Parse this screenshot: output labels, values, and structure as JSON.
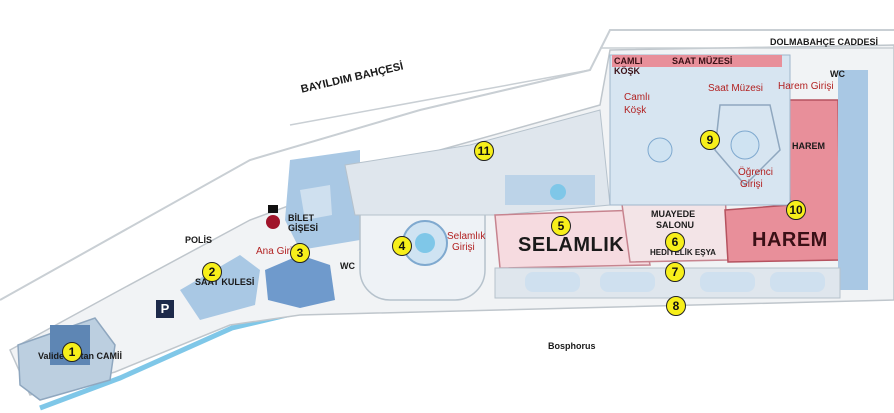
{
  "map": {
    "street_label": "DOLMABAHÇE CADDESİ",
    "garden_label": "BAYILDIM BAHÇESİ",
    "water_label": "Bosphorus",
    "places": {
      "valide_sultan": "Valide Sultan CAMİİ",
      "saat_kulesi": "SAAT KULESİ",
      "polis": "POLİS",
      "bilet": "BİLET",
      "gisesi": "GİŞESİ",
      "ana_giris": "Ana Giriş",
      "selamlik_giris_1": "Selamlık",
      "selamlik_giris_2": "Girişi",
      "selamlik": "SELAMLIK",
      "muayede_1": "MUAYEDE",
      "muayede_2": "SALONU",
      "hediyelik": "HEDİYELİK EŞYA",
      "harem_big": "HAREM",
      "harem_small": "HAREM",
      "harem_giris": "Harem Girişi",
      "ogrenci_1": "Öğrenci",
      "ogrenci_2": "Girişi",
      "camli_kosk_box_1": "CAMLI",
      "camli_kosk_box_2": "KÖŞK",
      "saat_muzesi_box": "SAAT MÜZESİ",
      "camli_kosk_1": "Camlı",
      "camli_kosk_2": "Köşk",
      "saat_muzesi": "Saat Müzesi",
      "wc_1": "WC",
      "wc_2": "WC",
      "parking": "P"
    },
    "markers": [
      "1",
      "2",
      "3",
      "4",
      "5",
      "6",
      "7",
      "8",
      "9",
      "10",
      "11"
    ],
    "colors": {
      "building": "#a9c8e4",
      "water": "#7fc7e8",
      "harem": "#e88f9a",
      "selamlik": "#f6dbe0",
      "marker": "#f7ef1a"
    }
  }
}
